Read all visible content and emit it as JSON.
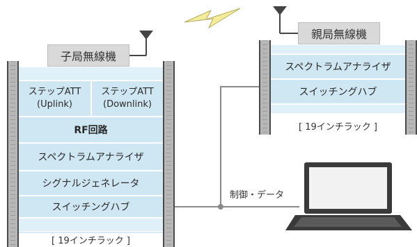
{
  "child_station": {
    "title": "子局無線機",
    "att_uplink": [
      "ステップATT",
      "(Uplink)"
    ],
    "att_downlink": [
      "ステップATT",
      "(Downlink)"
    ],
    "rf": "RF回路",
    "spectrum": "スペクトラムアナライザ",
    "signal_gen": "シグナルジェネレータ",
    "switch": "スイッチングハブ",
    "rack": "[ 19インチラック ]"
  },
  "parent_station": {
    "title": "親局無線機",
    "spectrum": "スペクトラムアナライザ",
    "switch": "スイッチングハブ",
    "rack": "[ 19インチラック ]"
  },
  "control_label": "制御・データ",
  "colors": {
    "slot_fill": "#cfe6f3",
    "label_fill": "#d9d9d9",
    "wireless_symbol": "#f4ec9a",
    "line": "#8a8a8a"
  },
  "icons": [
    "antenna-icon",
    "wireless-link-icon",
    "laptop-icon"
  ]
}
